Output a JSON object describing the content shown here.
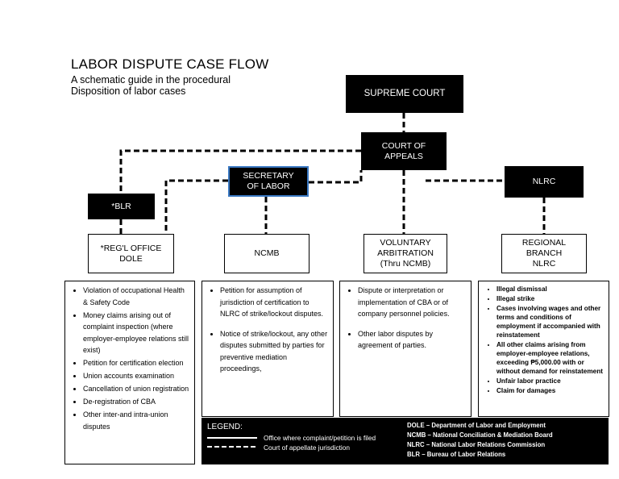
{
  "header": {
    "title": "LABOR DISPUTE CASE FLOW",
    "subtitle": "A schematic guide in the procedural Disposition of labor cases"
  },
  "nodes": {
    "supreme_court": "SUPREME COURT",
    "court_of_appeals": "COURT OF APPEALS",
    "secretary_of_labor": "SECRETARY OF LABOR",
    "nlrc": "NLRC",
    "blr": "*BLR",
    "regl_office_dole": "*REG'L OFFICE DOLE",
    "ncmb": "NCMB",
    "voluntary_arbitration": "VOLUNTARY ARBITRATION",
    "voluntary_arbitration_sub": "(Thru NCMB)",
    "regional_branch_nlrc": "REGIONAL BRANCH NLRC"
  },
  "panels": {
    "regl_office": [
      "Violation of occupational Health & Safety Code",
      "Money claims arising out of complaint inspection (where employer-employee relations still exist)",
      "Petition for certification election",
      "Union accounts examination",
      "Cancellation of union registration",
      "De-registration of CBA",
      "Other inter-and intra-union disputes"
    ],
    "ncmb": [
      "Petition for assumption of jurisdiction of certification to NLRC of strike/lockout disputes.",
      "Notice of strike/lockout, any other disputes submitted by parties for preventive mediation proceedings,"
    ],
    "voluntary_arbitration": [
      "Dispute or interpretation or implementation of CBA or of company personnel policies.",
      "Other labor disputes by agreement of parties."
    ],
    "regional_branch": [
      "Illegal dismissal",
      "Illegal strike",
      "Cases involving wages and other terms and conditions of employment if accompanied with reinstatement",
      "All other claims arising from employer-employee relations, exceeding ₱5,000.00 with or without demand for reinstatement",
      "Unfair labor practice",
      "Claim for damages"
    ]
  },
  "legend": {
    "title": "LEGEND:",
    "solid_label": "Office where complaint/petition is filed",
    "dashed_label": "Court of appellate jurisdiction",
    "abbreviations": [
      "DOLE – Department of Labor and Employment",
      "NCMB – National Conciliation & Mediation Board",
      "NLRC – National Labor Relations Commission",
      "BLR – Bureau of Labor Relations"
    ]
  }
}
